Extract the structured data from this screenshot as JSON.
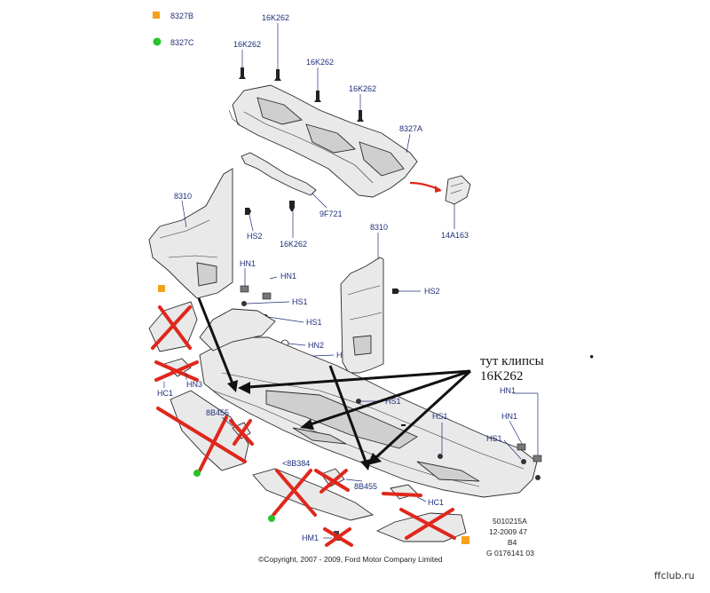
{
  "legend": {
    "orange_code": "8327B",
    "green_code": "8327C",
    "orange_color": "#f5a21b",
    "green_color": "#27c32a"
  },
  "part_labels": {
    "p16k262_top": "16K262",
    "p16k262_a": "16K262",
    "p16k262_b": "16K262",
    "p16k262_c": "16K262",
    "p16k262_d": "16K262",
    "p8327a": "8327A",
    "p9f721": "9F721",
    "p14a163": "14A163",
    "p8310_left": "8310",
    "p8310_right": "8310",
    "hs2_a": "HS2",
    "hs2_b": "HS2",
    "hn1_a": "HN1",
    "hn1_b": "HN1",
    "hn1_c": "HN1",
    "hn1_d": "HN1",
    "hs1_a": "HS1",
    "hs1_b": "HS1",
    "hs1_c": "HS1",
    "hs1_d": "HS1",
    "hs1_e": "HS1",
    "hs1_f": "HS1",
    "hn2": "HN2",
    "hc1_a": "HC1",
    "hc1_b": "HC1",
    "hn3": "HN3",
    "p8b455_a": "8B455",
    "p8b455_b": "8B455",
    "p8b384": "<8B384",
    "hm1": "HM1"
  },
  "annotation": {
    "line1": "тут клипсы",
    "line2": "16K262",
    "dot": "•"
  },
  "doc_code": {
    "line1": "5010215A",
    "line2": "12-2009 47",
    "line3": "B4",
    "line4": "G 0176141 03"
  },
  "copyright": "©Copyright, 2007 - 2009, Ford Motor Company Limited",
  "watermark": "ffclub.ru",
  "colors": {
    "label_blue": "#1f2f7a",
    "cross_red": "#e0271c",
    "arrow_black": "#111111"
  }
}
